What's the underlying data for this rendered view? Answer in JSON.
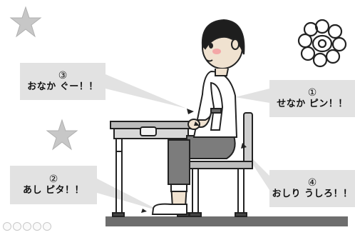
{
  "callouts": {
    "belly": {
      "number": "③",
      "text": "おなか ぐー！！"
    },
    "back": {
      "number": "①",
      "text": "せなか ピン！！"
    },
    "feet": {
      "number": "②",
      "text": "あし ピタ！！"
    },
    "hips": {
      "number": "④",
      "text": "おしり うしろ！！"
    }
  },
  "icons": [
    "star-icon",
    "star-icon",
    "flower-icon",
    "zoom-tool-icon"
  ],
  "colors": {
    "callout_bg": "#e2e2e2",
    "star": "#c7c7c7",
    "floor": "#6e6e6e"
  }
}
